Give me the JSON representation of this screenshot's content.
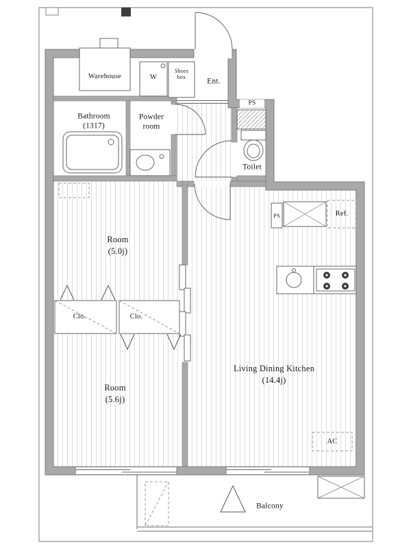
{
  "floor_plan": {
    "type": "apartment-floor-plan",
    "rooms": {
      "warehouse": {
        "label": "Warehouse"
      },
      "bathroom": {
        "line1": "Bathroom",
        "line2": "(1317)"
      },
      "powder_room": {
        "line1": "Powder",
        "line2": "room"
      },
      "washer": {
        "label": "W"
      },
      "shoes_box": {
        "line1": "Shoes",
        "line2": "box"
      },
      "entrance": {
        "label": "Ent."
      },
      "toilet": {
        "label": "Toilet",
        "ps": "PS"
      },
      "room_a": {
        "line1": "Room",
        "line2": "(5.0j)"
      },
      "room_b": {
        "line1": "Room",
        "line2": "(5.6j)"
      },
      "closet_a": {
        "label": "Clo."
      },
      "closet_b": {
        "label": "Clo."
      },
      "ldk": {
        "line1": "Living Dining Kitchen",
        "line2": "(14.4j)"
      },
      "kitchen": {
        "ps": "PS",
        "refrigerator": "Ref."
      },
      "ac": {
        "label": "AC"
      },
      "balcony": {
        "label": "Balcony"
      }
    },
    "colors": {
      "wall": "#a9a9a9",
      "wall_edge": "#7b7b7b",
      "line": "#555555",
      "fixture": "#666666",
      "dashed": "#999999",
      "stripe": "#dcdcdc",
      "text": "#1a1a1a",
      "bg": "#ffffff"
    }
  }
}
